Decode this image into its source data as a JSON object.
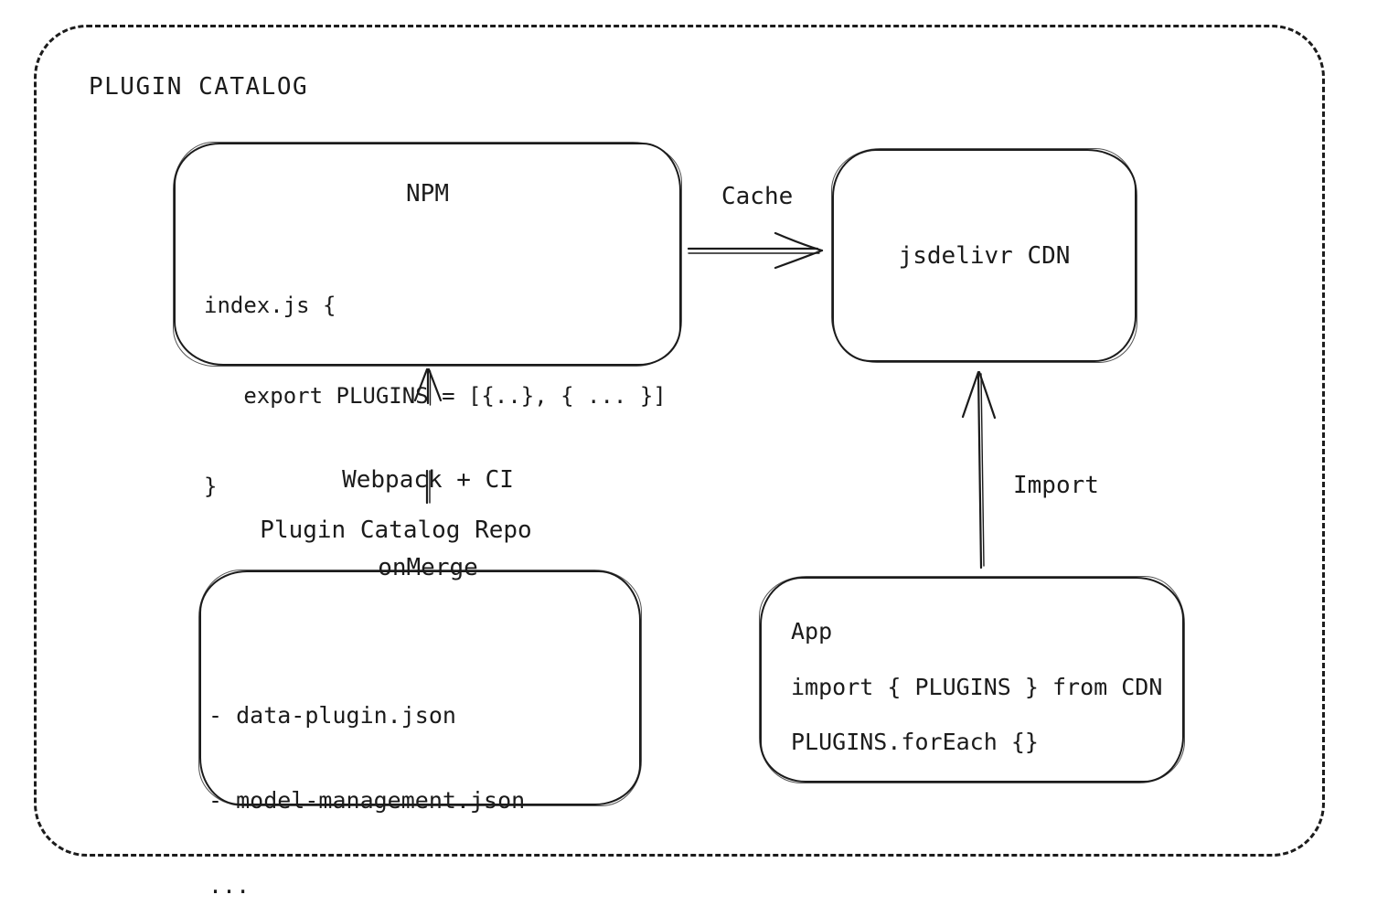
{
  "diagram": {
    "title": "PLUGIN CATALOG",
    "colors": {
      "stroke": "#1b1b1b",
      "background": "#ffffff"
    },
    "nodes": {
      "npm": {
        "title": "NPM",
        "code": {
          "0": "index.js {",
          "1": "   export PLUGINS = [{..}, { ... }]",
          "2": "}"
        }
      },
      "cdn": {
        "title": "jsdelivr CDN"
      },
      "repo": {
        "label": "Plugin Catalog Repo",
        "items": {
          "0": "- data-plugin.json",
          "1": "- model-management.json",
          "2": "..."
        }
      },
      "app": {
        "title": "App",
        "code": {
          "0": "import { PLUGINS } from CDN",
          "1": "PLUGINS.forEach {}"
        }
      }
    },
    "edges": {
      "cache": {
        "label": "Cache"
      },
      "build": {
        "label_top": "Webpack + CI",
        "label_bottom": "onMerge"
      },
      "import": {
        "label": "Import"
      }
    }
  }
}
